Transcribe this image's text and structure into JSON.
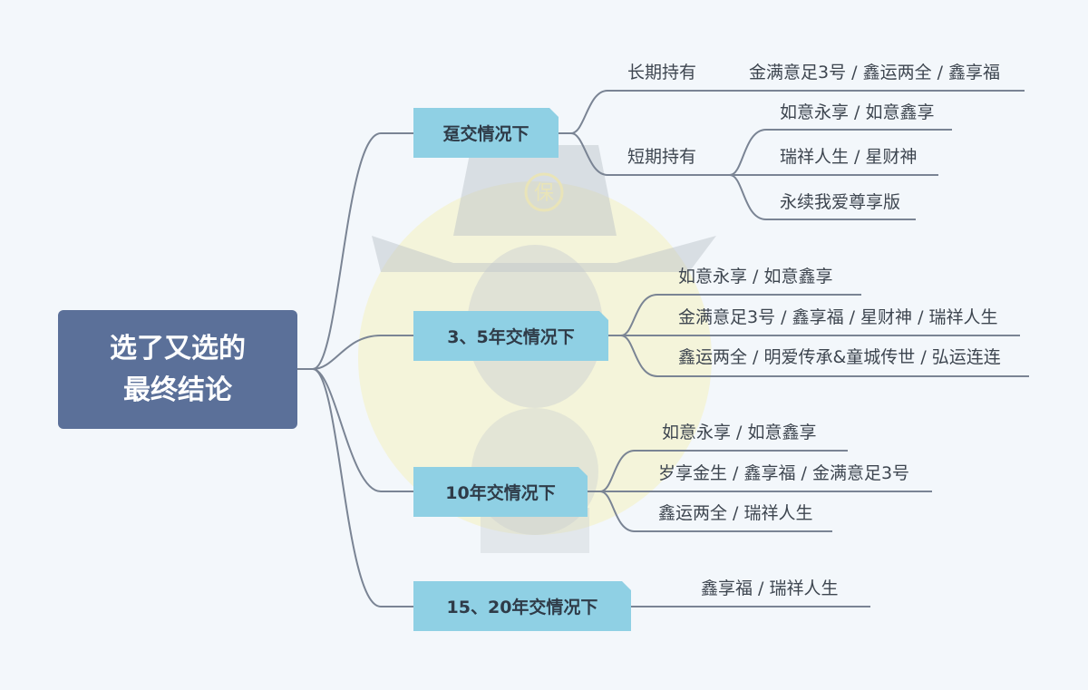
{
  "root": {
    "line1": "选了又选的",
    "line2": "最终结论"
  },
  "branches": [
    {
      "label": "趸交情况下",
      "sub": [
        {
          "label": "长期持有",
          "items": [
            "金满意足3号 / 鑫运两全 / 鑫享福"
          ]
        },
        {
          "label": "短期持有",
          "items": [
            "如意永享 / 如意鑫享",
            "瑞祥人生 / 星财神",
            "永续我爱尊享版"
          ]
        }
      ]
    },
    {
      "label": "3、5年交情况下",
      "items": [
        "如意永享 / 如意鑫享",
        "金满意足3号 / 鑫享福 / 星财神 / 瑞祥人生",
        "鑫运两全 / 明爱传承&童城传世 / 弘运连连"
      ]
    },
    {
      "label": "10年交情况下",
      "items": [
        "如意永享 / 如意鑫享",
        "岁享金生 / 鑫享福 / 金满意足3号",
        "鑫运两全 / 瑞祥人生"
      ]
    },
    {
      "label": "15、20年交情况下",
      "items": [
        "鑫享福 / 瑞祥人生"
      ]
    }
  ],
  "colors": {
    "root": "#5b7099",
    "branch": "#8fd0e4",
    "line": "#7a8494",
    "background": "#f3f7fb"
  },
  "watermark": {
    "text": "保"
  }
}
